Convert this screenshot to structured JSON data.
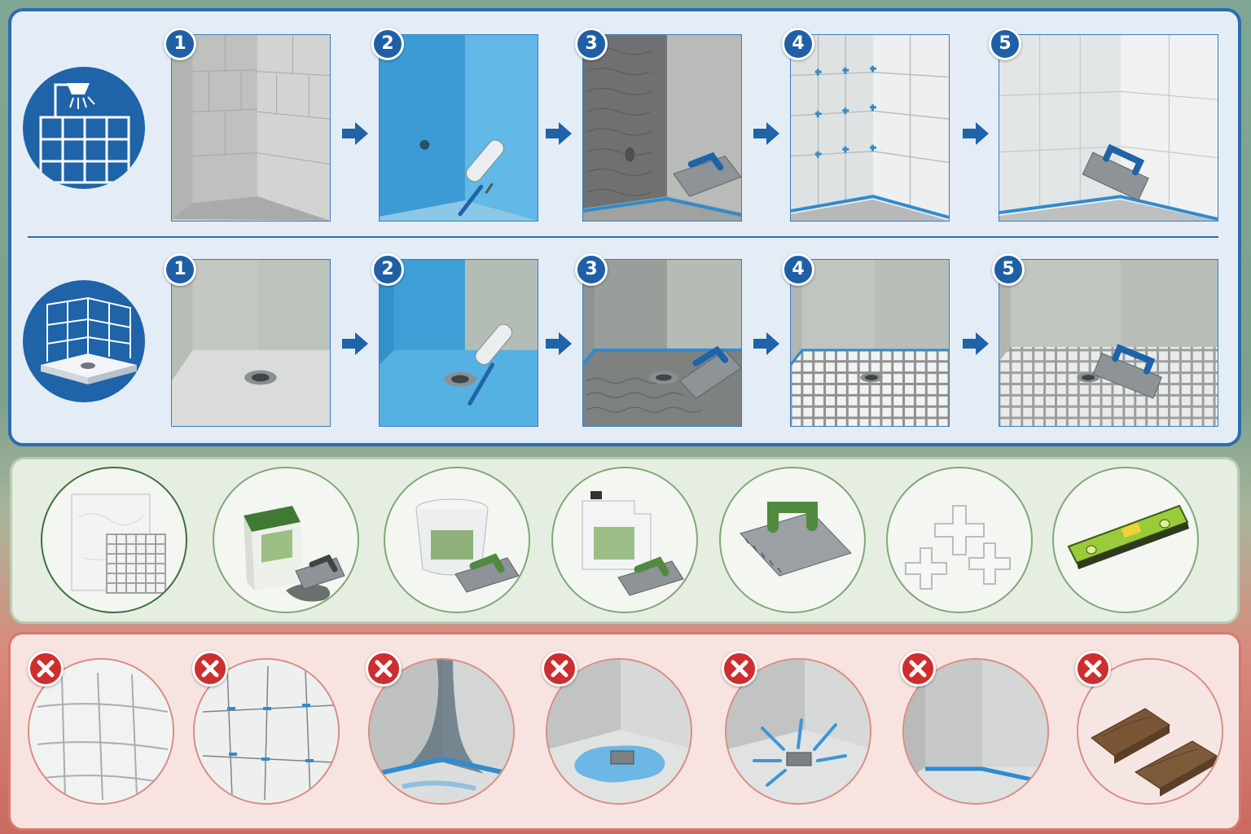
{
  "colors": {
    "accent_blue": "#1f5fa6",
    "membrane_blue": "#4aa8dc",
    "tool_green": "#4f8a3f",
    "error_red": "#cf2e2e"
  },
  "process": {
    "rows": [
      {
        "category_icon": "wall-shower-tiles-icon",
        "steps": [
          {
            "number": "1",
            "illustration": "bare-wall-corner"
          },
          {
            "number": "2",
            "illustration": "waterproofing-membrane-roller"
          },
          {
            "number": "3",
            "illustration": "adhesive-notched-trowel"
          },
          {
            "number": "4",
            "illustration": "tiles-with-spacers"
          },
          {
            "number": "5",
            "illustration": "grouting-float"
          }
        ]
      },
      {
        "category_icon": "shower-floor-tray-icon",
        "steps": [
          {
            "number": "1",
            "illustration": "bare-floor-with-drain"
          },
          {
            "number": "2",
            "illustration": "waterproofing-floor-roller"
          },
          {
            "number": "3",
            "illustration": "floor-adhesive-trowel"
          },
          {
            "number": "4",
            "illustration": "mosaic-floor-tiles"
          },
          {
            "number": "5",
            "illustration": "floor-grouting-float"
          }
        ]
      }
    ]
  },
  "tools": [
    {
      "icon": "tiles-mosaic-icon"
    },
    {
      "icon": "tile-adhesive-bag-icon"
    },
    {
      "icon": "grout-bucket-icon"
    },
    {
      "icon": "waterproofing-canister-icon"
    },
    {
      "icon": "notched-trowel-icon"
    },
    {
      "icon": "tile-spacers-icon"
    },
    {
      "icon": "spirit-level-icon"
    }
  ],
  "mistakes": [
    {
      "icon": "uneven-tiles-icon"
    },
    {
      "icon": "misaligned-spacers-icon"
    },
    {
      "icon": "corner-leak-icon"
    },
    {
      "icon": "floor-puddle-icon"
    },
    {
      "icon": "drain-leak-icon"
    },
    {
      "icon": "missing-membrane-icon"
    },
    {
      "icon": "wood-board-icon"
    }
  ]
}
